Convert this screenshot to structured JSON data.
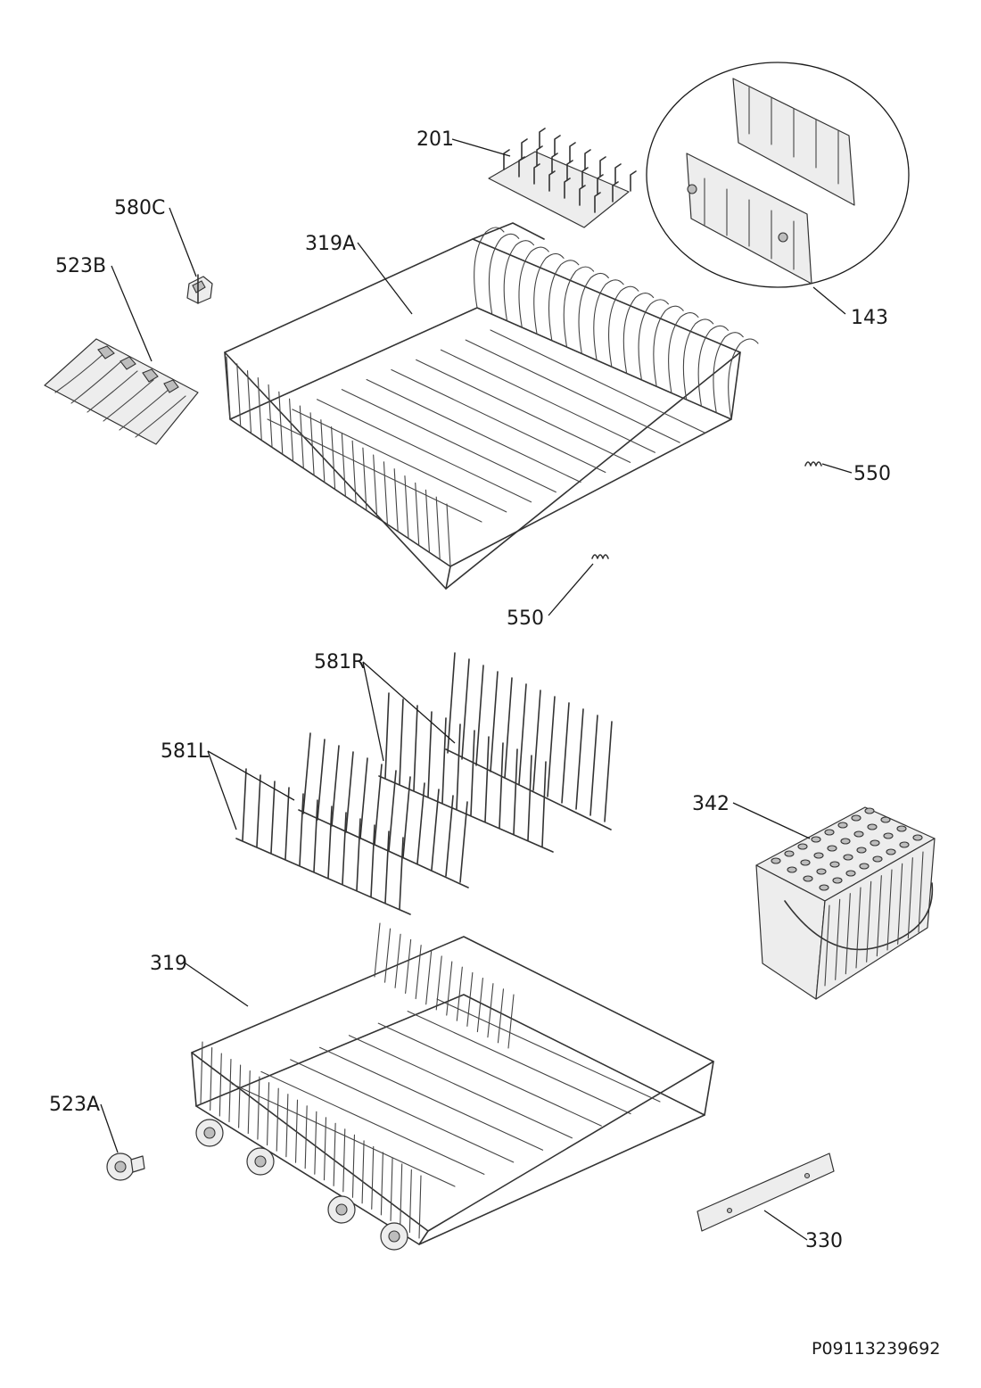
{
  "labels": {
    "p201": "201",
    "p580c": "580C",
    "p523b": "523B",
    "p319a": "319A",
    "p143": "143",
    "p550a": "550",
    "p550b": "550",
    "p581r": "581R",
    "p581l": "581L",
    "p342": "342",
    "p319": "319",
    "p523a": "523A",
    "p330": "330"
  },
  "drawing_code": "P09113239692",
  "colors": {
    "line": "#1a1a1a",
    "part_fill": "#ededed",
    "dark_fill": "#bdbdbd"
  }
}
